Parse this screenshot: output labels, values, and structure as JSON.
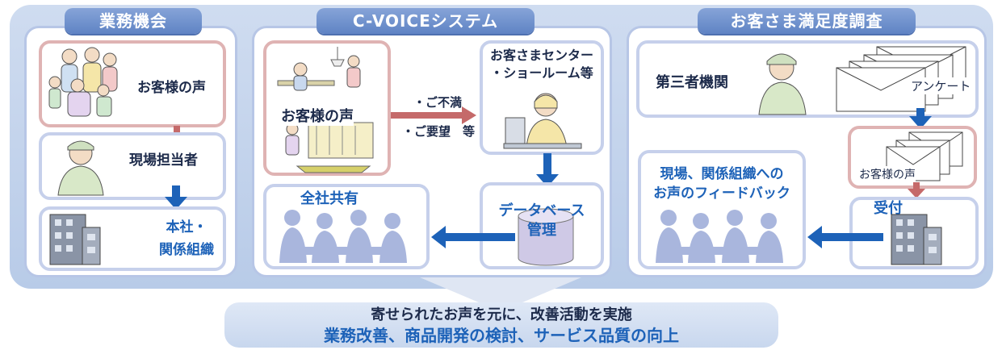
{
  "panel1": {
    "title": "業務機会",
    "voice": "お客様の声",
    "staff": "現場担当者",
    "hq_line1": "本社・",
    "hq_line2": "関係組織"
  },
  "panel2": {
    "title": "C-VOICEシステム",
    "voice": "お客様の声",
    "complaint": "・ご不満",
    "request": "・ご要望　等",
    "center_line1": "お客さまセンター",
    "center_line2": "・ショールーム等",
    "share": "全社共有",
    "db_line1": "データベース",
    "db_line2": "管理"
  },
  "panel3": {
    "title": "お客さま満足度調査",
    "third_party": "第三者機関",
    "survey": "アンケート",
    "voice": "お客様の声",
    "receive": "受付",
    "feedback_line1": "現場、関係組織への",
    "feedback_line2": "お声のフィードバック"
  },
  "bottom": {
    "line1": "寄せられたお声を元に、改善活動を実施",
    "line2": "業務改善、商品開発の検討、サービス品質の向上"
  },
  "colors": {
    "band": "#c4d4ec",
    "header": "#6f90cc",
    "box_border": "#c6d0eb",
    "pink_border": "#dfb3b3",
    "arrow_blue": "#1d62b8",
    "arrow_red": "#c56a6a",
    "highlight_text": "#1d62b8"
  }
}
